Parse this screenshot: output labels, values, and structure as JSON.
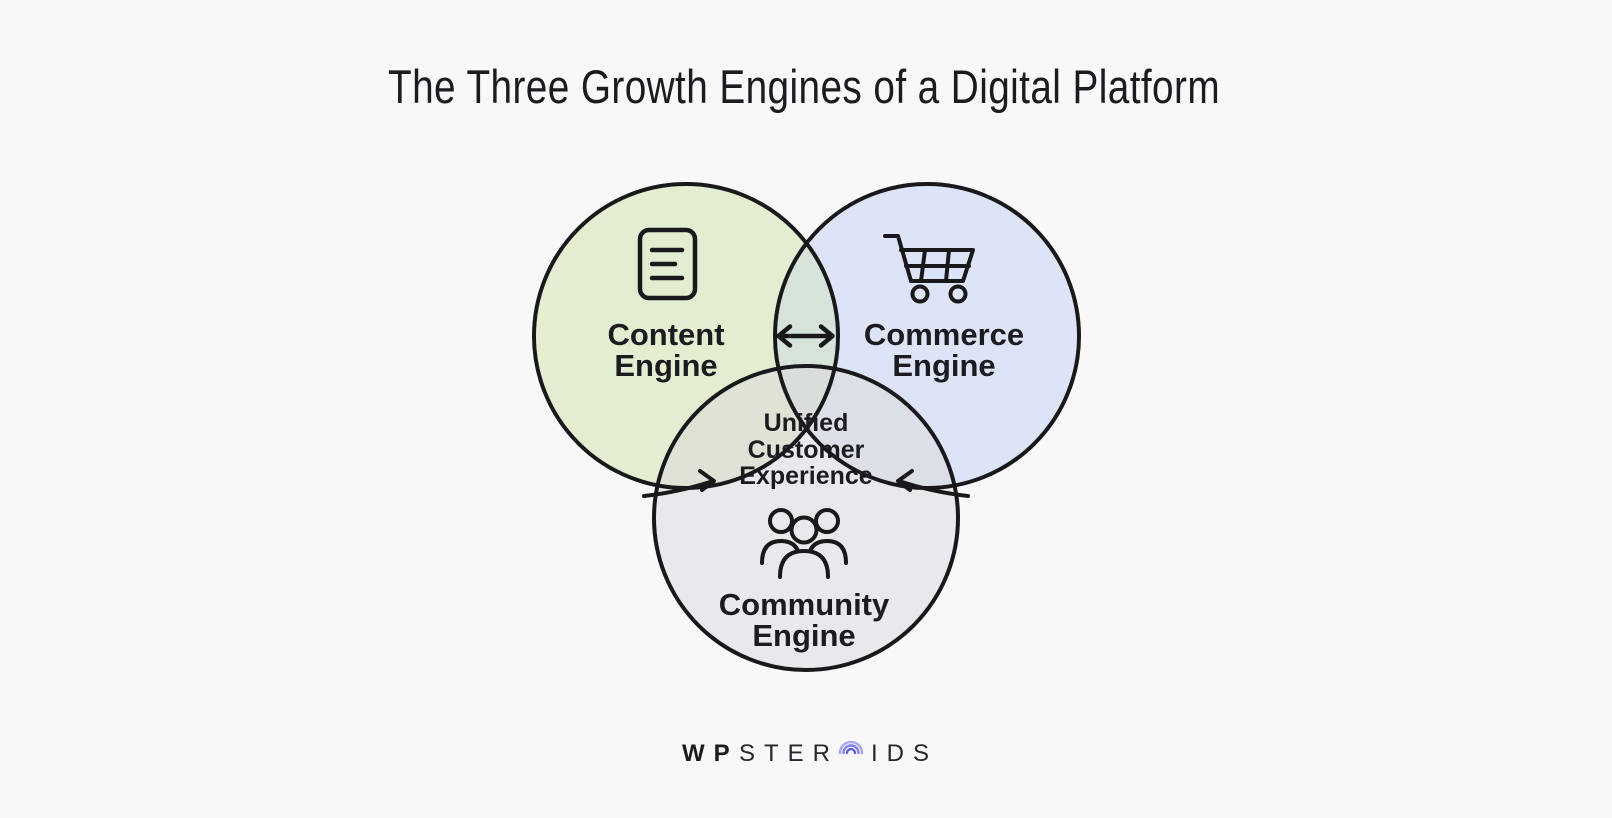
{
  "title": {
    "text": "The Three Growth Engines of a Digital Platform"
  },
  "colors": {
    "background": "#f8f8f8",
    "stroke": "#19191c",
    "text": "#1b1b20",
    "content_fill": "#e3eed0",
    "commerce_fill": "#dee4f7",
    "community_fill": "#e8e8ed",
    "overlap_content_commerce": "#d5e3da",
    "overlap_content_community": "#dee3d6",
    "overlap_commerce_community": "#dcdfe7",
    "overlap_center": "#d9dedb",
    "logo_letters": "#1a1a1f",
    "logo_arc_outer": "#a7aaf7",
    "logo_arc_mid": "#7e81f2",
    "logo_arc_inner": "#5457e8"
  },
  "venn": {
    "content": {
      "line1": "Content",
      "line2": "Engine"
    },
    "commerce": {
      "line1": "Commerce",
      "line2": "Engine"
    },
    "community": {
      "line1": "Community",
      "line2": "Engine"
    },
    "center": {
      "line1": "Unified",
      "line2": "Customer",
      "line3": "Experience"
    }
  },
  "icons": {
    "content": "document-icon",
    "commerce": "shopping-cart-icon",
    "community": "people-group-icon",
    "exchange": "double-headed-arrow-icon",
    "flow_left": "curved-arrow-left-icon",
    "flow_right": "curved-arrow-right-icon",
    "logo_o": "concentric-arcs-icon"
  },
  "logo": {
    "wp": "WP",
    "ster": "STER",
    "ids": "IDS"
  }
}
